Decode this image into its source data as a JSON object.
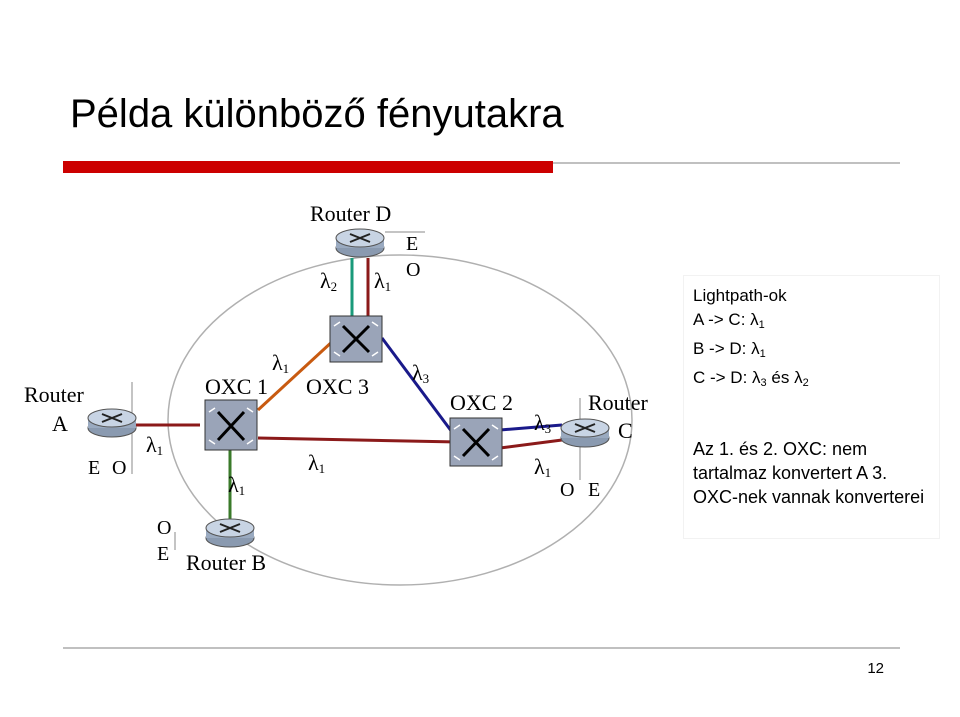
{
  "title": "Példa különböző fényutakra",
  "routers": {
    "a": {
      "line1": "Router",
      "line2": "A"
    },
    "b": {
      "label": "Router B"
    },
    "c": {
      "line1": "Router",
      "line2": "C"
    },
    "d": {
      "label": "Router D"
    }
  },
  "oxcs": {
    "oxc1": "OXC 1",
    "oxc2": "OXC 2",
    "oxc3": "OXC 3"
  },
  "ports": {
    "a_e": "E",
    "a_o": "O",
    "b_o": "O",
    "b_e": "E",
    "c_o": "O",
    "c_e": "E",
    "d_e": "E",
    "d_o": "O"
  },
  "lambdas": {
    "l1_a_oxc1": {
      "sym": "λ",
      "sub": "1"
    },
    "l1_b_oxc1": {
      "sym": "λ",
      "sub": "1"
    },
    "l1_oxc1_oxc3": {
      "sym": "λ",
      "sub": "1"
    },
    "l1_oxc1_oxc2": {
      "sym": "λ",
      "sub": "1"
    },
    "l2_d_oxc3": {
      "sym": "λ",
      "sub": "2"
    },
    "l1_d_oxc3": {
      "sym": "λ",
      "sub": "1"
    },
    "l3_oxc3_oxc2": {
      "sym": "λ",
      "sub": "3"
    },
    "l3_oxc2_c": {
      "sym": "λ",
      "sub": "3"
    },
    "l1_oxc2_c": {
      "sym": "λ",
      "sub": "1"
    }
  },
  "info": {
    "heading": "Lightpath-ok",
    "lines": [
      {
        "text": "A -> C: ",
        "sym": "λ",
        "sub": "1",
        "tail": "",
        "sym2": "",
        "sub2": ""
      },
      {
        "text": "B -> D: ",
        "sym": "λ",
        "sub": "1",
        "tail": "",
        "sym2": "",
        "sub2": ""
      },
      {
        "text": "C -> D: ",
        "sym": "λ",
        "sub": "3",
        "tail": " és ",
        "sym2": "λ",
        "sub2": "2"
      }
    ],
    "note": "Az 1. és 2. OXC: nem tartalmaz konvertert A 3. OXC-nek vannak konverterei"
  },
  "page_number": "12",
  "colors": {
    "accent_red": "#cc0000",
    "link_red": "#8b1a1a",
    "link_teal": "#1a9a7a",
    "link_green": "#3a7a2a",
    "link_blue": "#1a1a8a",
    "link_orange": "#c85a10"
  }
}
